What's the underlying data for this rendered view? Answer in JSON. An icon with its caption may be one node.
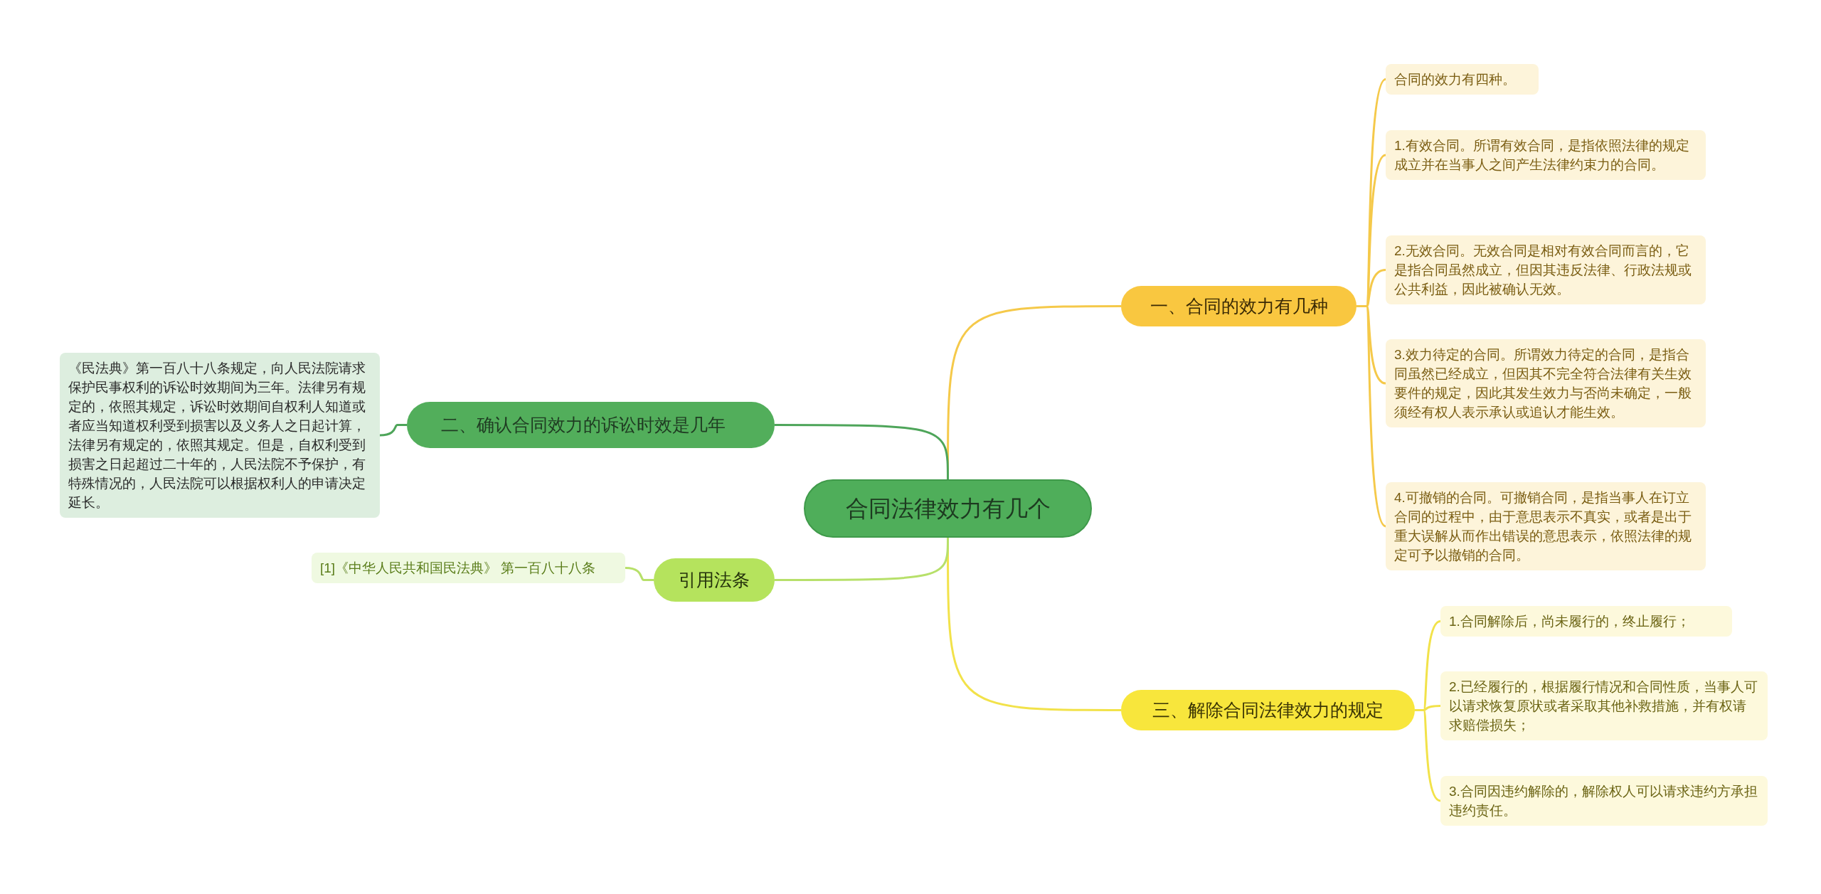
{
  "diagram": {
    "nodes": [
      {
        "text": [
          "合同法律效力有几个"
        ]
      },
      {
        "text": [
          "一、合同的效力有几种"
        ]
      },
      {
        "text": [
          "合同的效力有四种。"
        ]
      },
      {
        "text": [
          "1.有效合同。所谓有效合同，是指依照法律的规定成立并在当事人之间产生法律约束力的合同。"
        ]
      },
      {
        "text": [
          "2.无效合同。无效合同是相对有效合同而言的，它是指合同虽然成立，但因其违反法律、行政法规或公共利益，因此被确认无效。"
        ]
      },
      {
        "text": [
          "3.效力待定的合同。所谓效力待定的合同，是指合同虽然已经成立，但因其不完全符合法律有关生效要件的规定，因此其发生效力与否尚未确定，一般须经有权人表示承认或追认才能生效。"
        ]
      },
      {
        "text": [
          "4.可撤销的合同。可撤销合同，是指当事人在订立合同的过程中，由于意思表示不真实，或者是出于重大误解从而作出错误的意思表示，依照法律的规定可予以撤销的合同。"
        ]
      },
      {
        "text": [
          "三、解除合同法律效力的规定"
        ]
      },
      {
        "text": [
          "1.合同解除后，尚未履行的，终止履行；"
        ]
      },
      {
        "text": [
          "2.已经履行的，根据履行情况和合同性质，当事人可以请求恢复原状或者采取其他补救措施，并有权请求赔偿损失；"
        ]
      },
      {
        "text": [
          "3.合同因违约解除的，解除权人可以请求违约方承担违约责任。"
        ]
      },
      {
        "text": [
          "二、确认合同效力的诉讼时效是几年"
        ]
      },
      {
        "text": [
          "《民法典》第一百八十八条规定，向人民法院请求保护民事权利的诉讼时效期间为三年。法律另有规定的，依照其规定，诉讼时效期间自权利人知道或者应当知道权利受到损害以及义务人之日起计算，法律另有规定的，依照其规定。但是，自权利受到损害之日起超过二十年的，人民法院不予保护，有特殊情况的，人民法院可以根据权利人的申请决定延长。"
        ]
      },
      {
        "text": [
          "引用法条"
        ]
      },
      {
        "text": [
          "[1]《中华人民共和国民法典》 第一百八十八条"
        ]
      }
    ],
    "edges": [
      {
        "from": 0,
        "to": 1,
        "arrow": "none",
        "color": "#f5c94a"
      },
      {
        "from": 1,
        "to": 2,
        "arrow": "none",
        "color": "#f5c94a"
      },
      {
        "from": 1,
        "to": 3,
        "arrow": "none",
        "color": "#f5c94a"
      },
      {
        "from": 1,
        "to": 4,
        "arrow": "none",
        "color": "#f5c94a"
      },
      {
        "from": 1,
        "to": 5,
        "arrow": "none",
        "color": "#f5c94a"
      },
      {
        "from": 1,
        "to": 6,
        "arrow": "none",
        "color": "#f5c94a"
      },
      {
        "from": 0,
        "to": 7,
        "arrow": "none",
        "color": "#f2e24a"
      },
      {
        "from": 7,
        "to": 8,
        "arrow": "none",
        "color": "#f2e24a"
      },
      {
        "from": 7,
        "to": 9,
        "arrow": "none",
        "color": "#f2e24a"
      },
      {
        "from": 7,
        "to": 10,
        "arrow": "none",
        "color": "#f2e24a"
      },
      {
        "from": 0,
        "to": 11,
        "arrow": "none",
        "color": "#4ea55a"
      },
      {
        "from": 11,
        "to": 12,
        "arrow": "none",
        "color": "#4ea55a"
      },
      {
        "from": 0,
        "to": 13,
        "arrow": "none",
        "color": "#b7e06a"
      },
      {
        "from": 13,
        "to": 14,
        "arrow": "none",
        "color": "#b7e06a"
      }
    ]
  }
}
